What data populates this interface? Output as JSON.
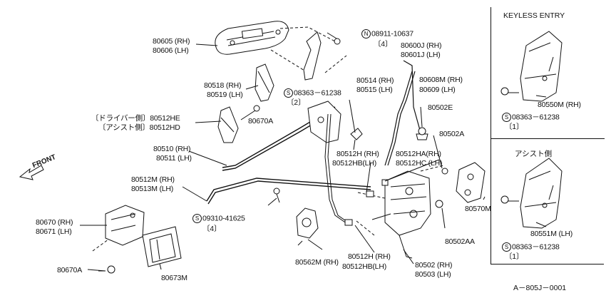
{
  "front_label": "FRONT",
  "diagram_code": "A－805J－0001",
  "keyless": {
    "title": "KEYLESS ENTRY",
    "part": "80550M (RH)",
    "bolt": "08363－61238",
    "bolt_qty": "〔1〕",
    "bolt_symbol": "S"
  },
  "assist": {
    "title": "アシスト側",
    "part": "80551M (LH)",
    "bolt": "08363－61238",
    "bolt_qty": "〔1〕",
    "bolt_symbol": "S"
  },
  "labels": {
    "handle_rh": "80605 (RH)",
    "handle_lh": "80606 (LH)",
    "nut": "08911-10637",
    "nut_symbol": "N",
    "nut_qty": "〔4〕",
    "rod600_rh": "80600J (RH)",
    "rod601_lh": "80601J (LH)",
    "bk518_rh": "80518 (RH)",
    "bk519_lh": "80519 (LH)",
    "bolt_main": "08363－61238",
    "bolt_main_symbol": "S",
    "bolt_main_qty": "〔2〕",
    "rod514_rh": "80514 (RH)",
    "rod515_lh": "80515 (LH)",
    "rod608_rh": "80608M (RH)",
    "rod609_lh": "80609 (LH)",
    "clip_he": "〔ドライバー側〕80512HE",
    "clip_hd": "〔アシスト側〕80512HD",
    "screw670a_top": "80670A",
    "grom502e": "80502E",
    "rod510_rh": "80510 (RH)",
    "rod511_lh": "80511 (LH)",
    "clip512h_rh": "80512H (RH)",
    "clip512hb_lh": "80512HB(LH)",
    "clip512ha_rh": "80512HA(RH)",
    "clip512hc_lh": "80512HC (LH)",
    "grom502a": "80502A",
    "rod512m_rh": "80512M (RH)",
    "rod513m_lh": "80513M (LH)",
    "screw_bolt": "09310-41625",
    "screw_bolt_symbol": "S",
    "screw_bolt_qty": "〔4〕",
    "striker570m": "80570M",
    "grom502aa": "80502AA",
    "esc670_rh": "80670 (RH)",
    "esc671_lh": "80671 (LH)",
    "screw670a_bottom": "80670A",
    "inner673m": "80673M",
    "act562m": "80562M (RH)",
    "clip512h_rh2": "80512H (RH)",
    "clip512hb_lh2": "80512HB(LH)",
    "lock502_rh": "80502 (RH)",
    "lock503_lh": "80503 (LH)"
  }
}
